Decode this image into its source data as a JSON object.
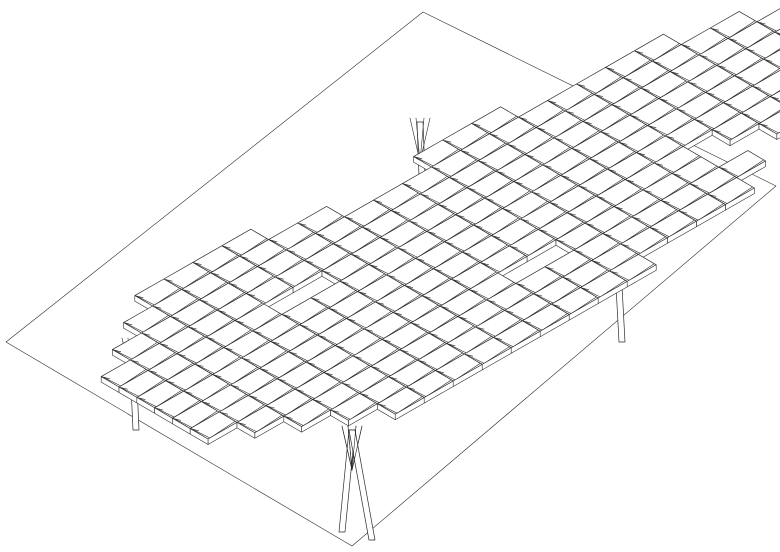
{
  "drawing": {
    "type": "axonometric-roof-grid",
    "stroke_color": "#2b2b2b",
    "background_color": "#ffffff",
    "grid": {
      "rows": 14,
      "cols": 24,
      "mask": [
        "000000000000000000000000",
        "000111100000000000000000",
        "001111111000111000000000",
        "011111111111111111110000",
        "111111111111111111111100",
        "111110011111111111111110",
        "111111111111111111111111",
        "111111111111111111111110",
        "111111111111111111111100",
        "111111111111111110111100",
        "011111111100111110011000",
        "001111111111111111000000",
        "000111111111111110000000",
        "000011111111100000000000"
      ]
    },
    "columns": 6
  }
}
